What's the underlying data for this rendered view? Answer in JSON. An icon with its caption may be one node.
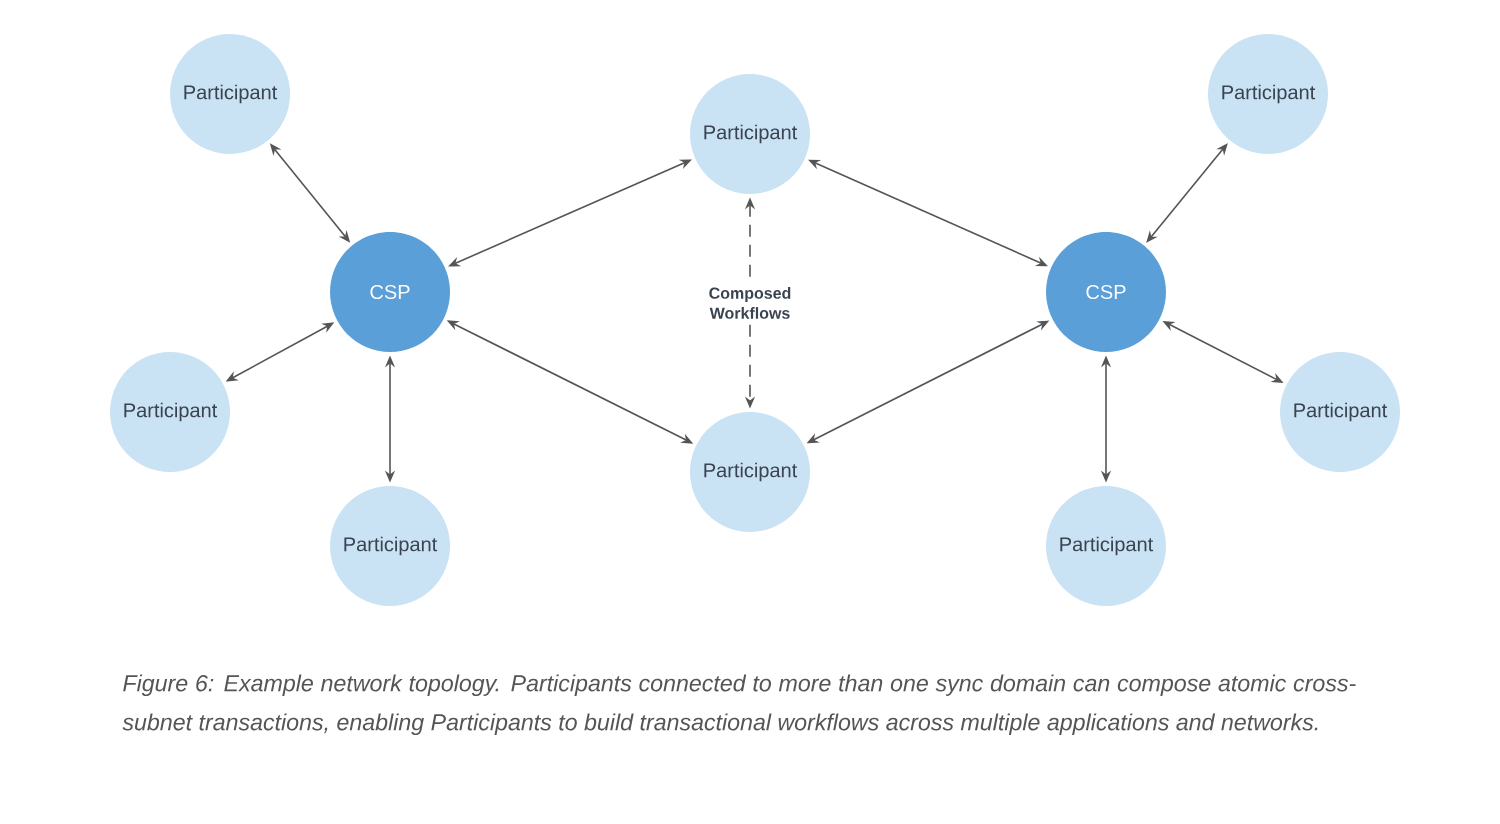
{
  "diagram": {
    "caption": "Figure 6: Example network topology. Participants connected to more than one sync domain can compose atomic cross-subnet transactions, enabling Participants to build transactional workflows across multiple applications and networks.",
    "nodes": [
      {
        "text": [
          "Participant"
        ]
      },
      {
        "text": [
          "CSP"
        ]
      },
      {
        "text": [
          "Participant"
        ]
      },
      {
        "text": [
          "Participant"
        ]
      },
      {
        "text": [
          "Participant"
        ]
      },
      {
        "text": [
          "Participant"
        ]
      },
      {
        "text": [
          "Participant"
        ]
      },
      {
        "text": [
          "CSP"
        ]
      },
      {
        "text": [
          "Participant"
        ]
      },
      {
        "text": [
          "Participant"
        ]
      }
    ],
    "edges": [
      {
        "from": 0,
        "to": 1,
        "arrow": "both"
      },
      {
        "from": 1,
        "to": 2,
        "arrow": "both"
      },
      {
        "from": 1,
        "to": 3,
        "arrow": "both"
      },
      {
        "from": 1,
        "to": 4,
        "arrow": "both"
      },
      {
        "from": 1,
        "to": 5,
        "arrow": "both"
      },
      {
        "from": 4,
        "to": 5,
        "arrow": "both",
        "style": "dashed",
        "label": "Composed Workflows"
      },
      {
        "from": 4,
        "to": 7,
        "arrow": "both"
      },
      {
        "from": 5,
        "to": 7,
        "arrow": "both"
      },
      {
        "from": 6,
        "to": 7,
        "arrow": "both"
      },
      {
        "from": 7,
        "to": 8,
        "arrow": "both"
      },
      {
        "from": 7,
        "to": 9,
        "arrow": "both"
      }
    ]
  }
}
